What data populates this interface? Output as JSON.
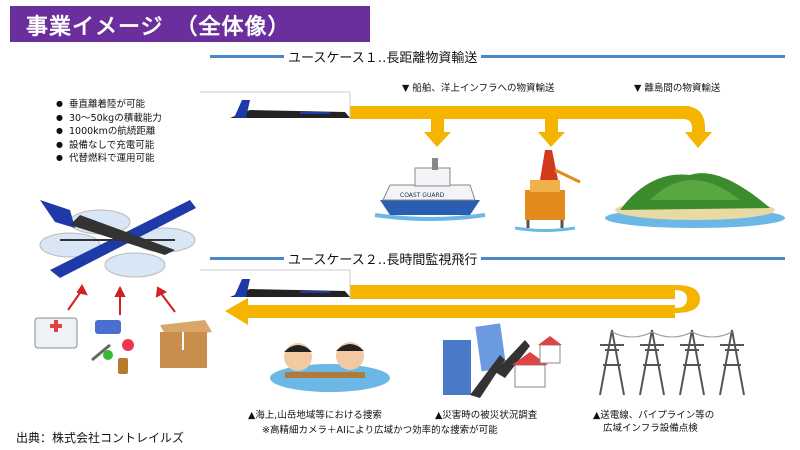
{
  "title": "事業イメージ　（全体像）",
  "use_case_1": {
    "label": "ユースケース１‥長距離物資輸送",
    "destinations": [
      "▼ 船舶、洋上インフラへの物資輸送",
      "▼ 離島間の物資輸送"
    ],
    "ship_text": "COAST GUARD"
  },
  "use_case_2": {
    "label": "ユースケース２‥長時間監視飛行",
    "captions": [
      "▲海上,山岳地域等における捜索",
      "▲災害時の被災状況調査",
      "▲送電線、パイプライン等の",
      "広域インフラ設備点検"
    ],
    "note": "※高精細カメラ＋AIにより広域かつ効率的な捜索が可能"
  },
  "features": [
    "垂直離着陸が可能",
    "30〜50kgの積載能力",
    "1000kmの航続距離",
    "設備なしで充電可能",
    "代替燃料で運用可能"
  ],
  "source": "出典：株式会社コントレイルズ",
  "colors": {
    "title_bg": "#6a2f9c",
    "line": "#4a86c8",
    "arrow": "#f5b400",
    "drone": "#1d3aa8"
  }
}
